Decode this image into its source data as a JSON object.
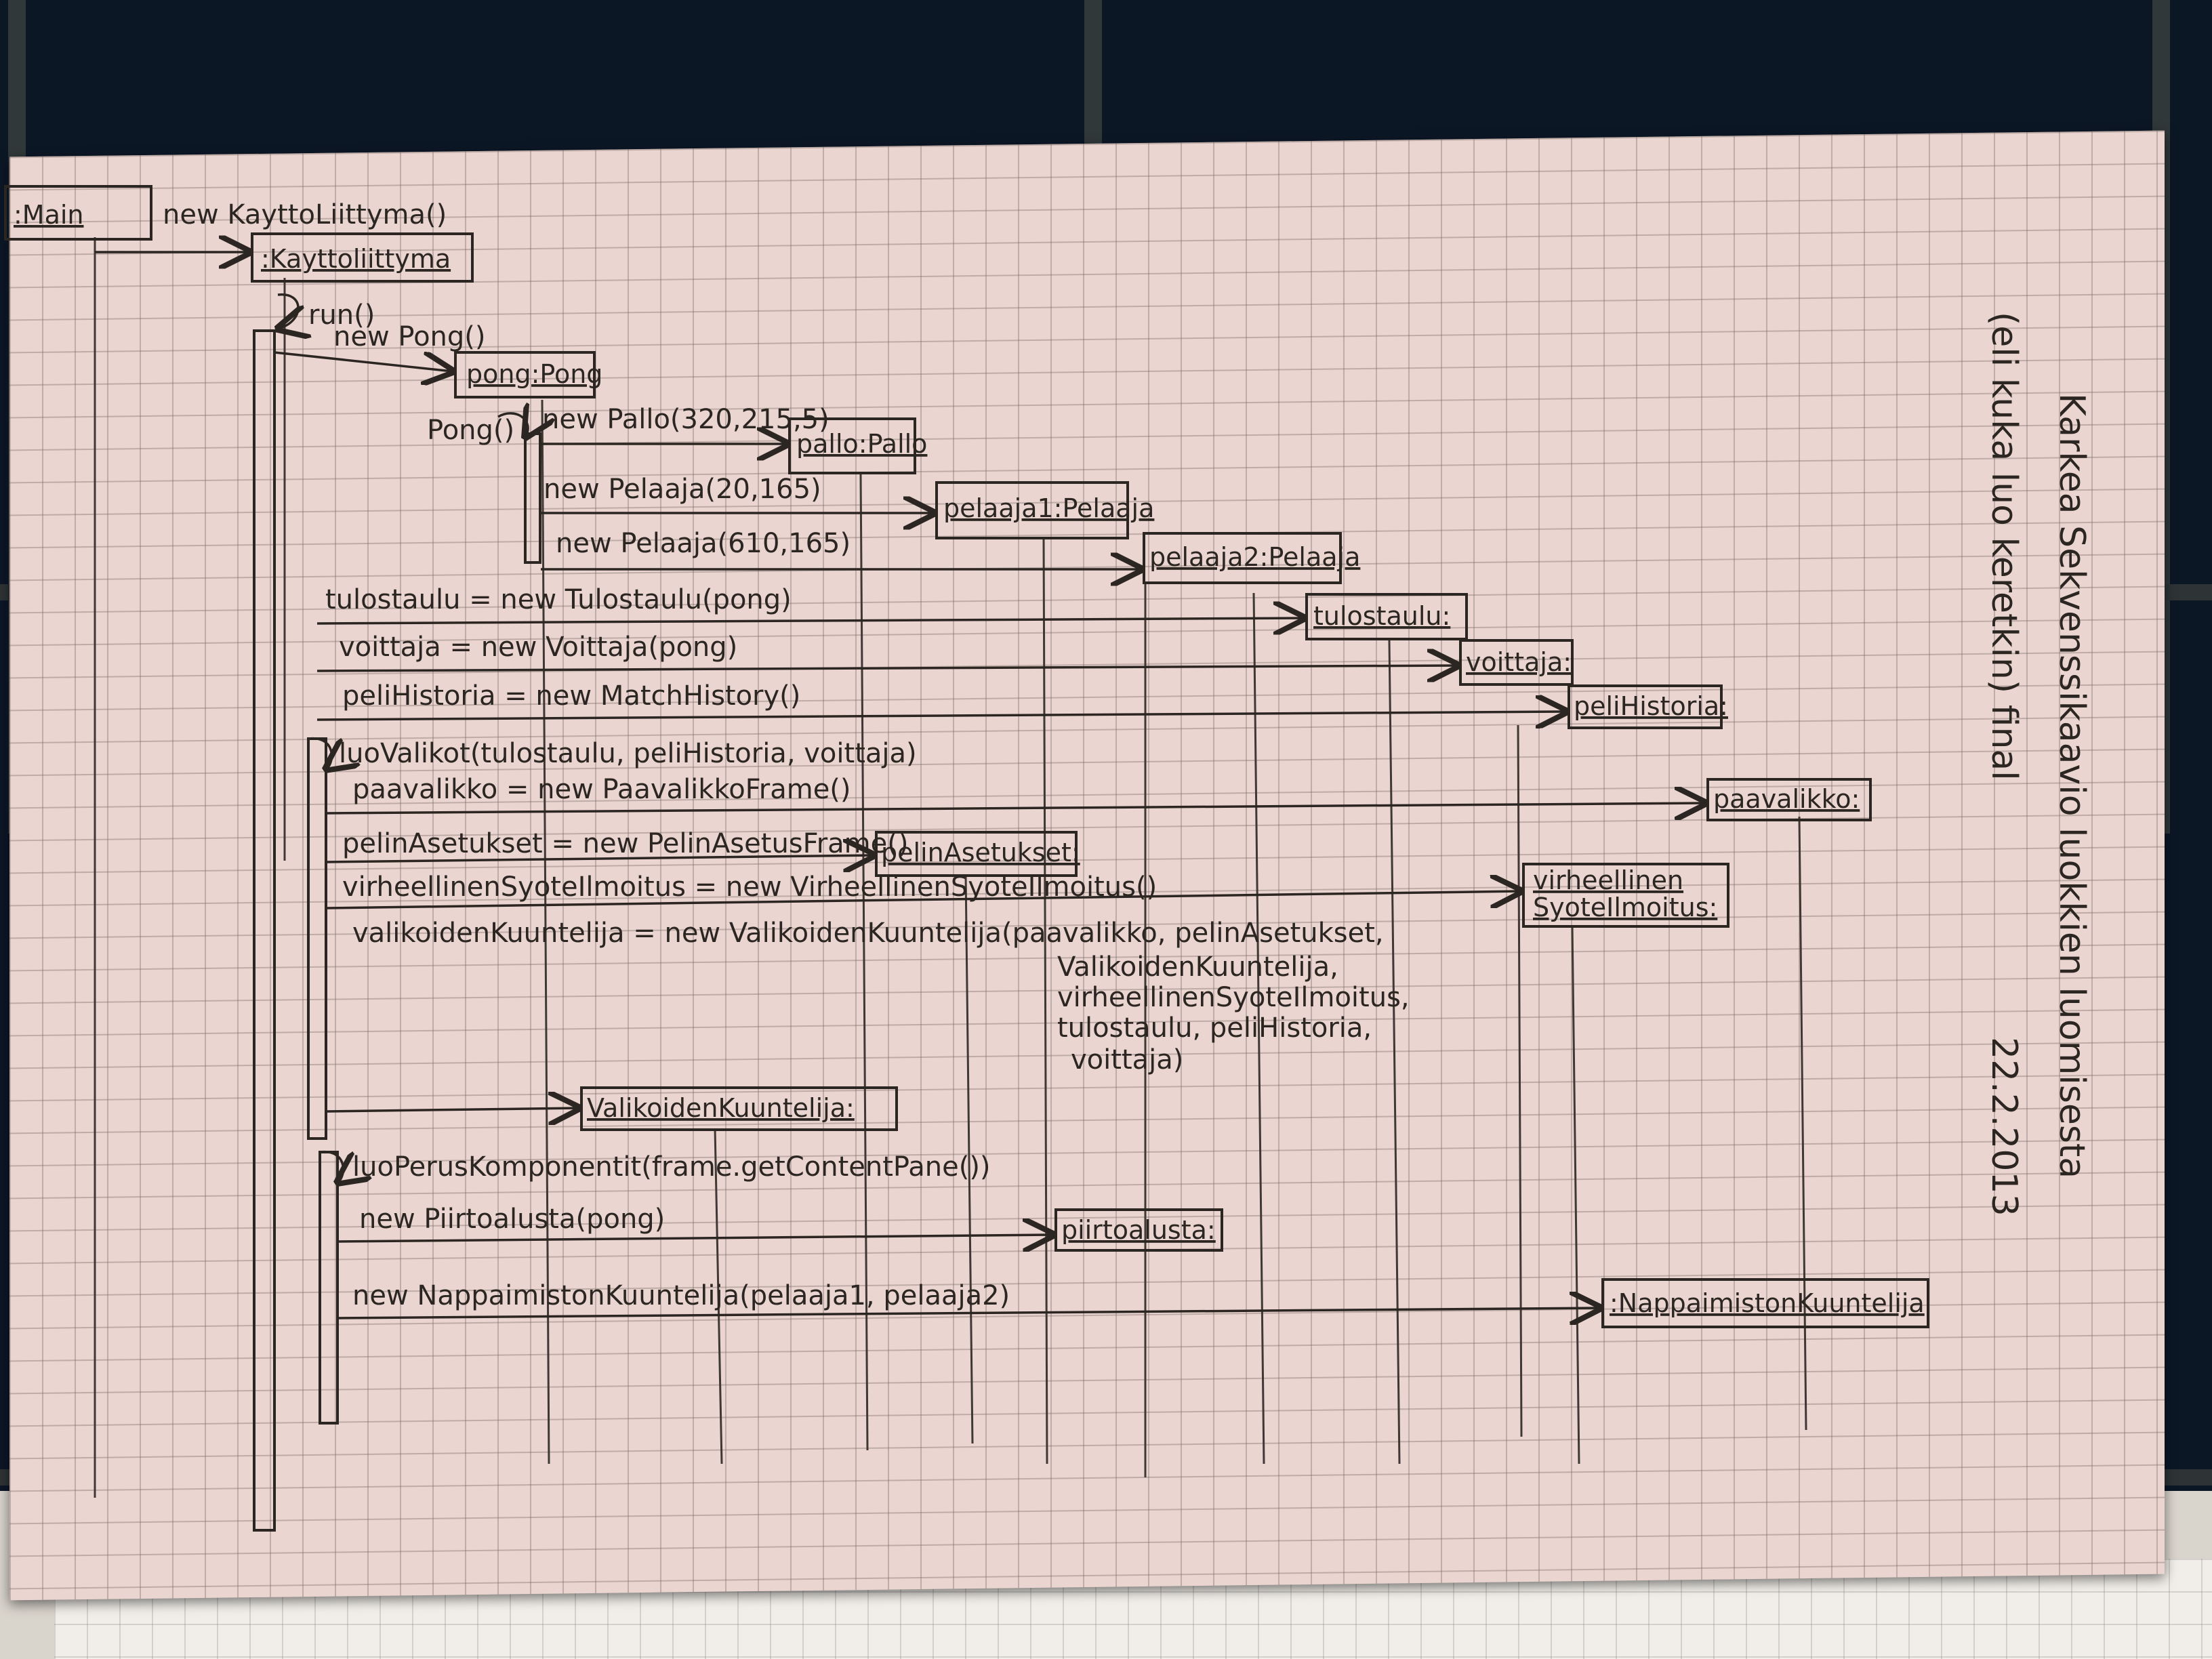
{
  "title": "Karkea Sekvenssikaavio luokkien luomisesta (eli kuka luo keretkin) final",
  "date": "22.2.2013",
  "note_lines": [
    "Karkea Sekvenssikaavio luokkien luomisesta",
    "(eli kuka luo keretkin) final",
    "22.2.2013"
  ],
  "objects": {
    "main": ":Main",
    "kayttoliittyma": ":Kayttoliittyma",
    "pong": "pong:Pong",
    "pallo": "pallo:Pallo",
    "pelaaja1": "pelaaja1:Pelaaja",
    "pelaaja2": "pelaaja2:Pelaaja",
    "tulostaulu": "tulostaulu:",
    "voittaja": "voittaja:",
    "pelihistoria": "peliHistoria:",
    "paavalikko": "paavalikko:",
    "pelinasetukset": "pelinAsetukset:",
    "virheellinen": "virheellinen",
    "virheellinen2": "SyoteIlmoitus:",
    "valikoidenkuuntelija": "ValikoidenKuuntelija:",
    "piirtoalusta": "piirtoalusta:",
    "nappaimisto": ":NappaimistonKuuntelija"
  },
  "messages": {
    "m_new_kl": "new KayttoLiittyma()",
    "m_run": "run()",
    "m_new_pong": "new Pong()",
    "m_pong_ctor": "Pong()",
    "m_new_pallo": "new Pallo(320,215,5)",
    "m_new_pelaaja1": "new Pelaaja(20,165)",
    "m_new_pelaaja2": "new Pelaaja(610,165)",
    "m_tulostaulu": "tulostaulu = new Tulostaulu(pong)",
    "m_voittaja": "voittaja = new Voittaja(pong)",
    "m_pelihistoria": "peliHistoria = new MatchHistory()",
    "m_luovalikot": "luoValikot(tulostaulu, peliHistoria, voittaja)",
    "m_paavalikko": "paavalikko = new PaavalikkoFrame()",
    "m_pelinasetukset": "pelinAsetukset = new PelinAsetusFrame()",
    "m_virheellinen": "virheellinenSyoteIlmoitus = new VirheellinenSyoteIlmoitus()",
    "m_valikoiden": "valikoidenKuuntelija = new ValikoidenKuuntelija(paavalikko, pelinAsetukset,",
    "m_valikoiden_2": "ValikoidenKuuntelija,",
    "m_valikoiden_3": "virheellinenSyoteIlmoitus,",
    "m_valikoiden_4": "tulostaulu, peliHistoria,",
    "m_valikoiden_5": "voittaja)",
    "m_luoperus": "luoPerusKomponentit(frame.getContentPane())",
    "m_piirtoalusta": "new Piirtoalusta(pong)",
    "m_nappaimisto": "new NappaimistonKuuntelija(pelaaja1, pelaaja2)"
  },
  "colors": {
    "ink": "#2c2622",
    "paper": "#ead5d0",
    "grid": "#8a7670",
    "wall": "#0c1726"
  }
}
